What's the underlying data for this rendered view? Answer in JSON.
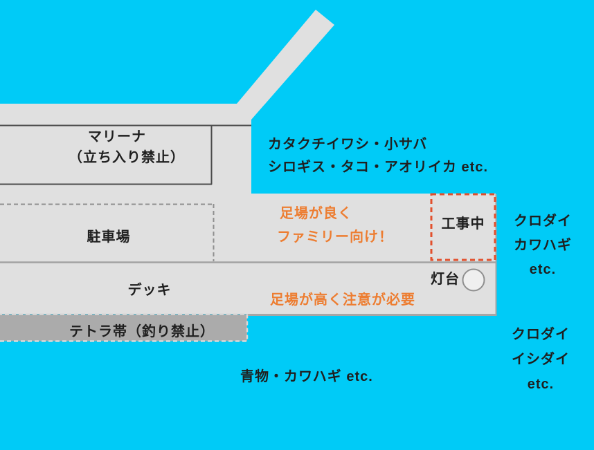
{
  "colors": {
    "water": "#00CBF7",
    "land": "#E0E0E0",
    "tetra_zone": "#ABABAB",
    "orange_note": "#ED7D31",
    "construction_border": "#E2502D",
    "text": "#1F1F1F"
  },
  "areas": {
    "marina": {
      "name_line": "マリーナ",
      "restriction_line": "（立ち入り禁止）"
    },
    "parking": {
      "label": "駐車場"
    },
    "deck": {
      "label": "デッキ"
    },
    "tetra": {
      "label": "テトラ帯（釣り禁止）"
    },
    "construction": {
      "label": "工事中"
    },
    "lighthouse": {
      "label": "灯台"
    }
  },
  "notes": {
    "family": {
      "line1": "足場が良く",
      "line2": "ファミリー向け！"
    },
    "caution": "足場が高く注意が必要"
  },
  "fish": {
    "north": {
      "line1": "カタクチイワシ・小サバ",
      "line2": "シロギス・タコ・アオリイカ etc."
    },
    "east": {
      "lines": [
        "クロダイ",
        "カワハギ",
        "etc."
      ]
    },
    "south": "青物・カワハギ etc.",
    "southeast": {
      "lines": [
        "クロダイ",
        "イシダイ",
        "etc."
      ]
    }
  }
}
